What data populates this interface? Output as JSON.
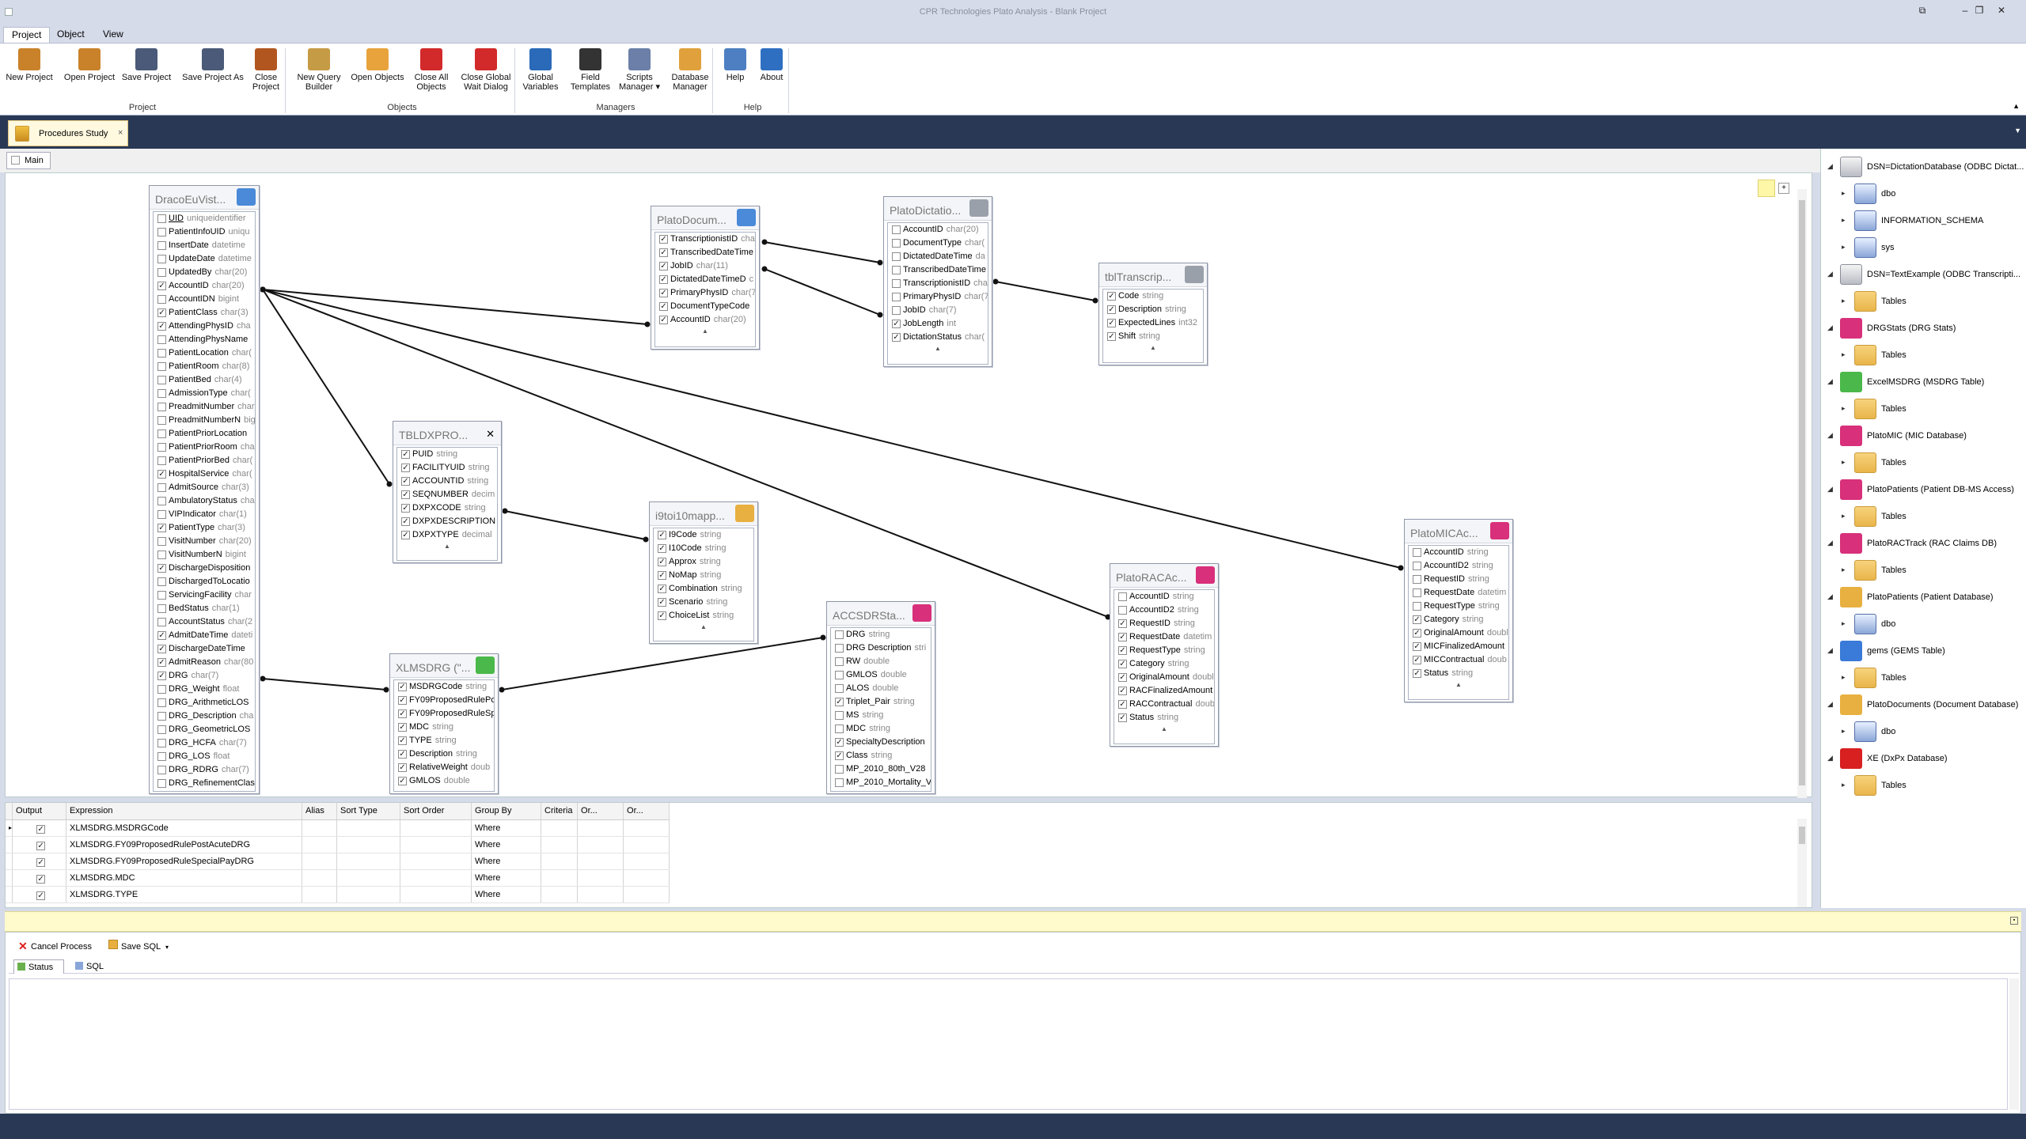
{
  "window": {
    "title": "CPR Technologies Plato Analysis - Blank Project"
  },
  "menu_tabs": [
    "Project",
    "Object",
    "View"
  ],
  "ribbon": {
    "buttons": [
      {
        "id": "new-project",
        "label1": "New Project",
        "label2": "",
        "icon": "new-project-icon",
        "color": "#c9822a"
      },
      {
        "id": "open-project",
        "label1": "Open Project",
        "label2": "",
        "icon": "open-project-icon",
        "color": "#c9822a"
      },
      {
        "id": "save-project",
        "label1": "Save Project",
        "label2": "",
        "icon": "save-icon",
        "color": "#4a5a78"
      },
      {
        "id": "save-project-as",
        "label1": "Save Project As",
        "label2": "",
        "icon": "save-as-icon",
        "color": "#4a5a78"
      },
      {
        "id": "close-project",
        "label1": "Close",
        "label2": "Project",
        "icon": "briefcase-icon",
        "color": "#b2561f"
      },
      {
        "id": "new-query-builder",
        "label1": "New Query",
        "label2": "Builder",
        "icon": "query-builder-icon",
        "color": "#c69b45"
      },
      {
        "id": "open-objects",
        "label1": "Open Objects",
        "label2": "",
        "icon": "folder-open-icon",
        "color": "#e8a33c"
      },
      {
        "id": "close-all-objects",
        "label1": "Close All",
        "label2": "Objects",
        "icon": "close-red-icon",
        "color": "#d22a2a"
      },
      {
        "id": "close-global-wait",
        "label1": "Close Global",
        "label2": "Wait Dialog",
        "icon": "close-red-icon",
        "color": "#d22a2a"
      },
      {
        "id": "global-variables",
        "label1": "Global",
        "label2": "Variables",
        "icon": "globe-icon",
        "color": "#2a6ab8"
      },
      {
        "id": "field-templates",
        "label1": "Field",
        "label2": "Templates",
        "icon": "decimal-icon",
        "color": "#333333"
      },
      {
        "id": "scripts-manager",
        "label1": "Scripts",
        "label2": "Manager ▾",
        "icon": "script-icon",
        "color": "#6b7fa8"
      },
      {
        "id": "database-manager",
        "label1": "Database",
        "label2": "Manager",
        "icon": "database-edit-icon",
        "color": "#e0a13c"
      },
      {
        "id": "help",
        "label1": "Help",
        "label2": "",
        "icon": "help-icon",
        "color": "#4d7fc2"
      },
      {
        "id": "about",
        "label1": "About",
        "label2": "",
        "icon": "info-icon",
        "color": "#2f6fc2"
      }
    ],
    "groups": [
      "Project",
      "Objects",
      "Managers",
      "Help"
    ]
  },
  "doc_tab": {
    "label": "Procedures Study",
    "close": "×"
  },
  "sub_tab": {
    "label": "Main"
  },
  "tables": [
    {
      "id": "dracoeuvist",
      "title": "DracoEuVist...",
      "icon_color": "#4a8ad8",
      "fields": [
        {
          "n": "UID",
          "t": "uniqueidentifier",
          "c": false
        },
        {
          "n": "PatientInfoUID",
          "t": "uniqu",
          "c": false
        },
        {
          "n": "InsertDate",
          "t": "datetime",
          "c": false
        },
        {
          "n": "UpdateDate",
          "t": "datetime",
          "c": false
        },
        {
          "n": "UpdatedBy",
          "t": "char(20)",
          "c": false
        },
        {
          "n": "AccountID",
          "t": "char(20)",
          "c": true
        },
        {
          "n": "AccountIDN",
          "t": "bigint",
          "c": false
        },
        {
          "n": "PatientClass",
          "t": "char(3)",
          "c": true
        },
        {
          "n": "AttendingPhysID",
          "t": "cha",
          "c": true
        },
        {
          "n": "AttendingPhysName",
          "t": "",
          "c": false
        },
        {
          "n": "PatientLocation",
          "t": "char(",
          "c": false
        },
        {
          "n": "PatientRoom",
          "t": "char(8)",
          "c": false
        },
        {
          "n": "PatientBed",
          "t": "char(4)",
          "c": false
        },
        {
          "n": "AdmissionType",
          "t": "char(",
          "c": false
        },
        {
          "n": "PreadmitNumber",
          "t": "char",
          "c": false
        },
        {
          "n": "PreadmitNumberN",
          "t": "big",
          "c": false
        },
        {
          "n": "PatientPriorLocation",
          "t": "",
          "c": false
        },
        {
          "n": "PatientPriorRoom",
          "t": "cha",
          "c": false
        },
        {
          "n": "PatientPriorBed",
          "t": "char(",
          "c": false
        },
        {
          "n": "HospitalService",
          "t": "char(",
          "c": true
        },
        {
          "n": "AdmitSource",
          "t": "char(3)",
          "c": false
        },
        {
          "n": "AmbulatoryStatus",
          "t": "cha",
          "c": false
        },
        {
          "n": "VIPIndicator",
          "t": "char(1)",
          "c": false
        },
        {
          "n": "PatientType",
          "t": "char(3)",
          "c": true
        },
        {
          "n": "VisitNumber",
          "t": "char(20)",
          "c": false
        },
        {
          "n": "VisitNumberN",
          "t": "bigint",
          "c": false
        },
        {
          "n": "DischargeDisposition",
          "t": "",
          "c": true
        },
        {
          "n": "DischargedToLocatio",
          "t": "",
          "c": false
        },
        {
          "n": "ServicingFacility",
          "t": "char",
          "c": false
        },
        {
          "n": "BedStatus",
          "t": "char(1)",
          "c": false
        },
        {
          "n": "AccountStatus",
          "t": "char(2",
          "c": false
        },
        {
          "n": "AdmitDateTime",
          "t": "dateti",
          "c": true
        },
        {
          "n": "DischargeDateTime",
          "t": "",
          "c": true
        },
        {
          "n": "AdmitReason",
          "t": "char(80",
          "c": true
        },
        {
          "n": "DRG",
          "t": "char(7)",
          "c": true
        },
        {
          "n": "DRG_Weight",
          "t": "float",
          "c": false
        },
        {
          "n": "DRG_ArithmeticLOS",
          "t": "",
          "c": false
        },
        {
          "n": "DRG_Description",
          "t": "cha",
          "c": false
        },
        {
          "n": "DRG_GeometricLOS",
          "t": "",
          "c": false
        },
        {
          "n": "DRG_HCFA",
          "t": "char(7)",
          "c": false
        },
        {
          "n": "DRG_LOS",
          "t": "float",
          "c": false
        },
        {
          "n": "DRG_RDRG",
          "t": "char(7)",
          "c": false
        },
        {
          "n": "DRG_RefinementClas",
          "t": "",
          "c": false
        }
      ]
    },
    {
      "id": "platodocum",
      "title": "PlatoDocum...",
      "icon_color": "#4a8ad8",
      "fields": [
        {
          "n": "TranscriptionistID",
          "t": "cha",
          "c": true
        },
        {
          "n": "TranscribedDateTime",
          "t": "",
          "c": true
        },
        {
          "n": "JobID",
          "t": "char(11)",
          "c": true
        },
        {
          "n": "DictatedDateTimeD",
          "t": "c",
          "c": true
        },
        {
          "n": "PrimaryPhysID",
          "t": "char(7)",
          "c": true
        },
        {
          "n": "DocumentTypeCode",
          "t": "",
          "c": true
        },
        {
          "n": "AccountID",
          "t": "char(20)",
          "c": true
        }
      ]
    },
    {
      "id": "platodictatio",
      "title": "PlatoDictatio...",
      "icon_color": "#9aa0aa",
      "fields": [
        {
          "n": "AccountID",
          "t": "char(20)",
          "c": false
        },
        {
          "n": "DocumentType",
          "t": "char(",
          "c": false
        },
        {
          "n": "DictatedDateTime",
          "t": "da",
          "c": false
        },
        {
          "n": "TranscribedDateTime",
          "t": "",
          "c": false
        },
        {
          "n": "TranscriptionistID",
          "t": "cha",
          "c": false
        },
        {
          "n": "PrimaryPhysID",
          "t": "char(7",
          "c": false
        },
        {
          "n": "JobID",
          "t": "char(7)",
          "c": false
        },
        {
          "n": "JobLength",
          "t": "int",
          "c": true
        },
        {
          "n": "DictationStatus",
          "t": "char(",
          "c": true
        }
      ]
    },
    {
      "id": "tbltranscrip",
      "title": "tblTranscrip...",
      "icon_color": "#9aa0aa",
      "fields": [
        {
          "n": "Code",
          "t": "string",
          "c": true
        },
        {
          "n": "Description",
          "t": "string",
          "c": true
        },
        {
          "n": "ExpectedLines",
          "t": "int32",
          "c": true
        },
        {
          "n": "Shift",
          "t": "string",
          "c": true
        }
      ]
    },
    {
      "id": "tbldxpro",
      "title": "TBLDXPRO...",
      "icon_color": "",
      "fields": [
        {
          "n": "PUID",
          "t": "string",
          "c": true
        },
        {
          "n": "FACILITYUID",
          "t": "string",
          "c": true
        },
        {
          "n": "ACCOUNTID",
          "t": "string",
          "c": true
        },
        {
          "n": "SEQNUMBER",
          "t": "decim",
          "c": true
        },
        {
          "n": "DXPXCODE",
          "t": "string",
          "c": true
        },
        {
          "n": "DXPXDESCRIPTION",
          "t": "",
          "c": true
        },
        {
          "n": "DXPXTYPE",
          "t": "decimal",
          "c": true
        }
      ]
    },
    {
      "id": "i9toi10mapp",
      "title": "i9toi10mapp...",
      "icon_color": "#e8b040",
      "fields": [
        {
          "n": "I9Code",
          "t": "string",
          "c": true
        },
        {
          "n": "I10Code",
          "t": "string",
          "c": true
        },
        {
          "n": "Approx",
          "t": "string",
          "c": true
        },
        {
          "n": "NoMap",
          "t": "string",
          "c": true
        },
        {
          "n": "Combination",
          "t": "string",
          "c": true
        },
        {
          "n": "Scenario",
          "t": "string",
          "c": true
        },
        {
          "n": "ChoiceList",
          "t": "string",
          "c": true
        }
      ]
    },
    {
      "id": "xlmsdrg",
      "title": "XLMSDRG (\"...",
      "icon_color": "#4ab84a",
      "fields": [
        {
          "n": "MSDRGCode",
          "t": "string",
          "c": true
        },
        {
          "n": "FY09ProposedRulePo",
          "t": "",
          "c": true
        },
        {
          "n": "FY09ProposedRuleSp",
          "t": "",
          "c": true
        },
        {
          "n": "MDC",
          "t": "string",
          "c": true
        },
        {
          "n": "TYPE",
          "t": "string",
          "c": true
        },
        {
          "n": "Description",
          "t": "string",
          "c": true
        },
        {
          "n": "RelativeWeight",
          "t": "doub",
          "c": true
        },
        {
          "n": "GMLOS",
          "t": "double",
          "c": true
        }
      ]
    },
    {
      "id": "accsdrsta",
      "title": "ACCSDRSta...",
      "icon_color": "#d8307a",
      "fields": [
        {
          "n": "DRG",
          "t": "string",
          "c": false
        },
        {
          "n": "DRG Description",
          "t": "stri",
          "c": false
        },
        {
          "n": "RW",
          "t": "double",
          "c": false
        },
        {
          "n": "GMLOS",
          "t": "double",
          "c": false
        },
        {
          "n": "ALOS",
          "t": "double",
          "c": false
        },
        {
          "n": "Triplet_Pair",
          "t": "string",
          "c": true
        },
        {
          "n": "MS",
          "t": "string",
          "c": false
        },
        {
          "n": "MDC",
          "t": "string",
          "c": false
        },
        {
          "n": "SpecialtyDescription",
          "t": "",
          "c": true
        },
        {
          "n": "Class",
          "t": "string",
          "c": true
        },
        {
          "n": "MP_2010_80th_V28",
          "t": "",
          "c": false
        },
        {
          "n": "MP_2010_Mortality_V",
          "t": "",
          "c": false
        }
      ]
    },
    {
      "id": "platoracac",
      "title": "PlatoRACAc...",
      "icon_color": "#d8307a",
      "fields": [
        {
          "n": "AccountID",
          "t": "string",
          "c": false
        },
        {
          "n": "AccountID2",
          "t": "string",
          "c": false
        },
        {
          "n": "RequestID",
          "t": "string",
          "c": true
        },
        {
          "n": "RequestDate",
          "t": "datetim",
          "c": true
        },
        {
          "n": "RequestType",
          "t": "string",
          "c": true
        },
        {
          "n": "Category",
          "t": "string",
          "c": true
        },
        {
          "n": "OriginalAmount",
          "t": "doubl",
          "c": true
        },
        {
          "n": "RACFinalizedAmount",
          "t": "",
          "c": true
        },
        {
          "n": "RACContractual",
          "t": "doub",
          "c": true
        },
        {
          "n": "Status",
          "t": "string",
          "c": true
        }
      ]
    },
    {
      "id": "platomicac",
      "title": "PlatoMICAc...",
      "icon_color": "#d8307a",
      "fields": [
        {
          "n": "AccountID",
          "t": "string",
          "c": false
        },
        {
          "n": "AccountID2",
          "t": "string",
          "c": false
        },
        {
          "n": "RequestID",
          "t": "string",
          "c": false
        },
        {
          "n": "RequestDate",
          "t": "datetim",
          "c": false
        },
        {
          "n": "RequestType",
          "t": "string",
          "c": false
        },
        {
          "n": "Category",
          "t": "string",
          "c": true
        },
        {
          "n": "OriginalAmount",
          "t": "doubl",
          "c": true
        },
        {
          "n": "MICFinalizedAmount",
          "t": "",
          "c": true
        },
        {
          "n": "MICContractual",
          "t": "doub",
          "c": true
        },
        {
          "n": "Status",
          "t": "string",
          "c": true
        }
      ]
    }
  ],
  "grid": {
    "headers": [
      "Output",
      "Expression",
      "Alias",
      "Sort Type",
      "Sort Order",
      "Group By",
      "Criteria",
      "Or...",
      "Or..."
    ],
    "rows": [
      {
        "expr": "XLMSDRG.MSDRGCode",
        "group": "Where"
      },
      {
        "expr": "XLMSDRG.FY09ProposedRulePostAcuteDRG",
        "group": "Where"
      },
      {
        "expr": "XLMSDRG.FY09ProposedRuleSpecialPayDRG",
        "group": "Where"
      },
      {
        "expr": "XLMSDRG.MDC",
        "group": "Where"
      },
      {
        "expr": "XLMSDRG.TYPE",
        "group": "Where"
      }
    ]
  },
  "bottom": {
    "cancel_label": "Cancel Process",
    "save_sql_label": "Save SQL",
    "tabs": [
      "Status",
      "SQL"
    ]
  },
  "tree": [
    {
      "label": "DSN=DictationDatabase (ODBC Dictat...",
      "kind": "db",
      "level": 0
    },
    {
      "label": "dbo",
      "kind": "schema",
      "level": 1
    },
    {
      "label": "INFORMATION_SCHEMA",
      "kind": "schema",
      "level": 1
    },
    {
      "label": "sys",
      "kind": "schema",
      "level": 1
    },
    {
      "label": "DSN=TextExample (ODBC Transcripti...",
      "kind": "db",
      "level": 0
    },
    {
      "label": "Tables",
      "kind": "folder",
      "level": 1
    },
    {
      "label": "DRGStats (DRG Stats)",
      "kind": "access",
      "level": 0
    },
    {
      "label": "Tables",
      "kind": "folder",
      "level": 1
    },
    {
      "label": "ExcelMSDRG (MSDRG Table)",
      "kind": "excel",
      "level": 0
    },
    {
      "label": "Tables",
      "kind": "folder",
      "level": 1
    },
    {
      "label": "PlatoMIC (MIC Database)",
      "kind": "access",
      "level": 0
    },
    {
      "label": "Tables",
      "kind": "folder",
      "level": 1
    },
    {
      "label": "PlatoPatients (Patient DB-MS Access)",
      "kind": "access",
      "level": 0
    },
    {
      "label": "Tables",
      "kind": "folder",
      "level": 1
    },
    {
      "label": "PlatoRACTrack (RAC Claims DB)",
      "kind": "access",
      "level": 0
    },
    {
      "label": "Tables",
      "kind": "folder",
      "level": 1
    },
    {
      "label": "PlatoPatients (Patient Database)",
      "kind": "sqlserver",
      "level": 0
    },
    {
      "label": "dbo",
      "kind": "schema",
      "level": 1
    },
    {
      "label": "gems (GEMS Table)",
      "kind": "gems",
      "level": 0
    },
    {
      "label": "Tables",
      "kind": "folder",
      "level": 1
    },
    {
      "label": "PlatoDocuments (Document Database)",
      "kind": "sqlserver",
      "level": 0
    },
    {
      "label": "dbo",
      "kind": "schema",
      "level": 1
    },
    {
      "label": "XE (DxPx Database)",
      "kind": "oracle",
      "level": 0
    },
    {
      "label": "Tables",
      "kind": "folder",
      "level": 1
    }
  ]
}
